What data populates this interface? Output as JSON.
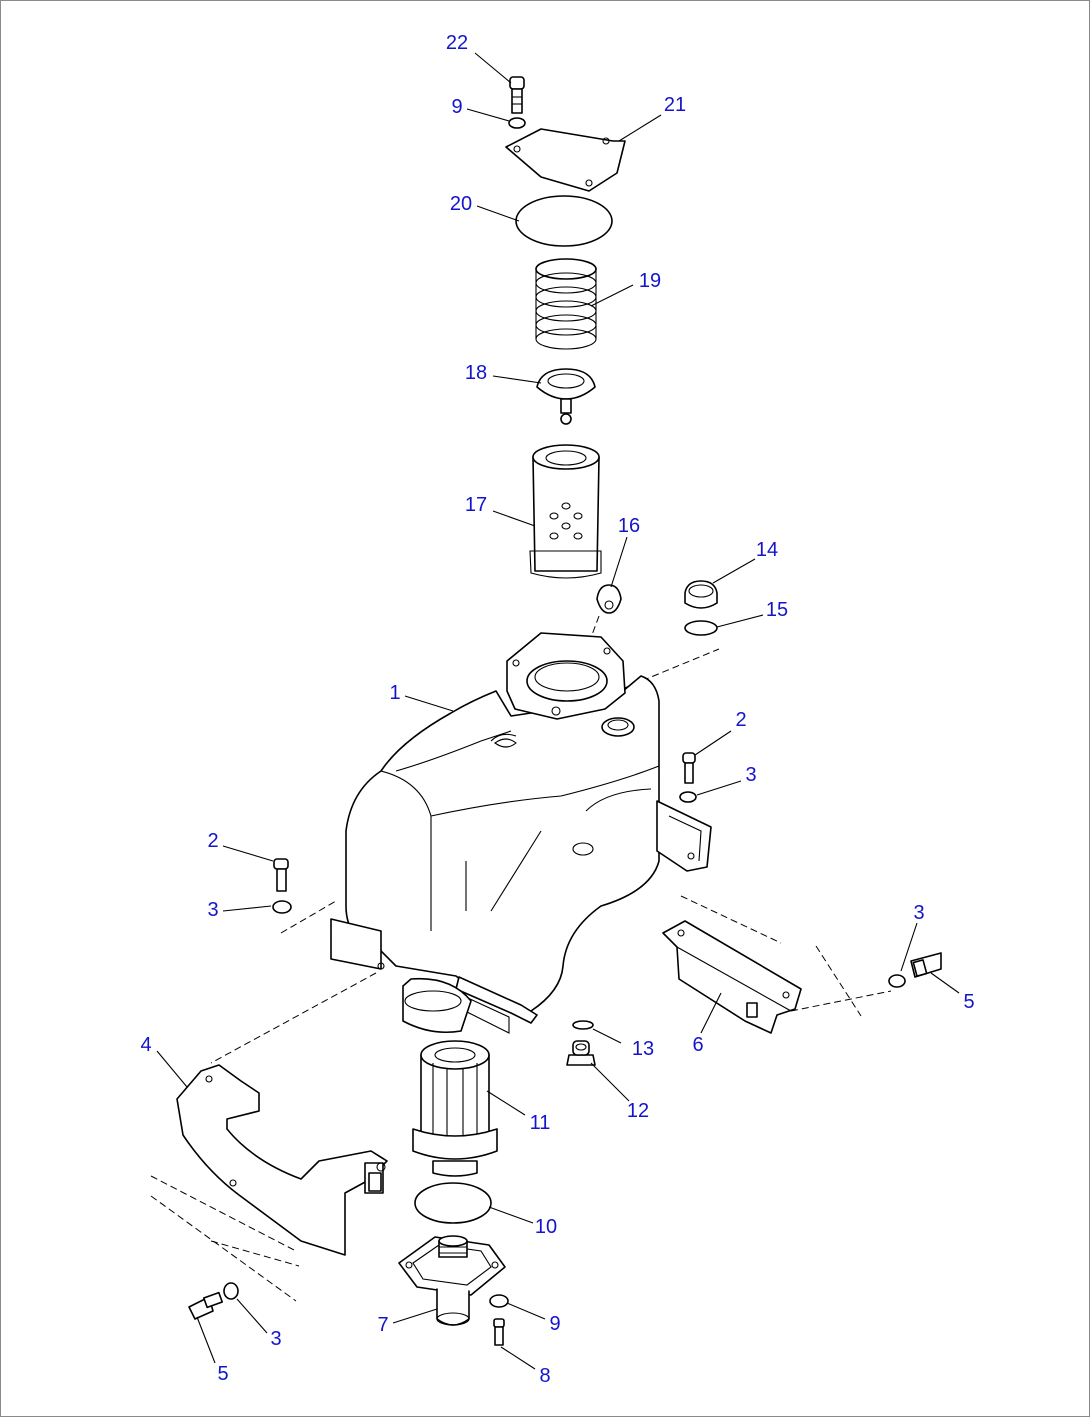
{
  "callouts": [
    {
      "id": "c22",
      "label": "22"
    },
    {
      "id": "c9a",
      "label": "9"
    },
    {
      "id": "c21",
      "label": "21"
    },
    {
      "id": "c20",
      "label": "20"
    },
    {
      "id": "c19",
      "label": "19"
    },
    {
      "id": "c18",
      "label": "18"
    },
    {
      "id": "c17",
      "label": "17"
    },
    {
      "id": "c16",
      "label": "16"
    },
    {
      "id": "c14",
      "label": "14"
    },
    {
      "id": "c15",
      "label": "15"
    },
    {
      "id": "c1",
      "label": "1"
    },
    {
      "id": "c2a",
      "label": "2"
    },
    {
      "id": "c3a",
      "label": "3"
    },
    {
      "id": "c2b",
      "label": "2"
    },
    {
      "id": "c3b",
      "label": "3"
    },
    {
      "id": "c3c",
      "label": "3"
    },
    {
      "id": "c5a",
      "label": "5"
    },
    {
      "id": "c6",
      "label": "6"
    },
    {
      "id": "c13",
      "label": "13"
    },
    {
      "id": "c12",
      "label": "12"
    },
    {
      "id": "c4",
      "label": "4"
    },
    {
      "id": "c11",
      "label": "11"
    },
    {
      "id": "c10",
      "label": "10"
    },
    {
      "id": "c7",
      "label": "7"
    },
    {
      "id": "c9b",
      "label": "9"
    },
    {
      "id": "c8",
      "label": "8"
    },
    {
      "id": "c3d",
      "label": "3"
    },
    {
      "id": "c5b",
      "label": "5"
    }
  ],
  "colors": {
    "callout": "#1414cc",
    "line": "#000000",
    "border": "#8a8a8a"
  }
}
